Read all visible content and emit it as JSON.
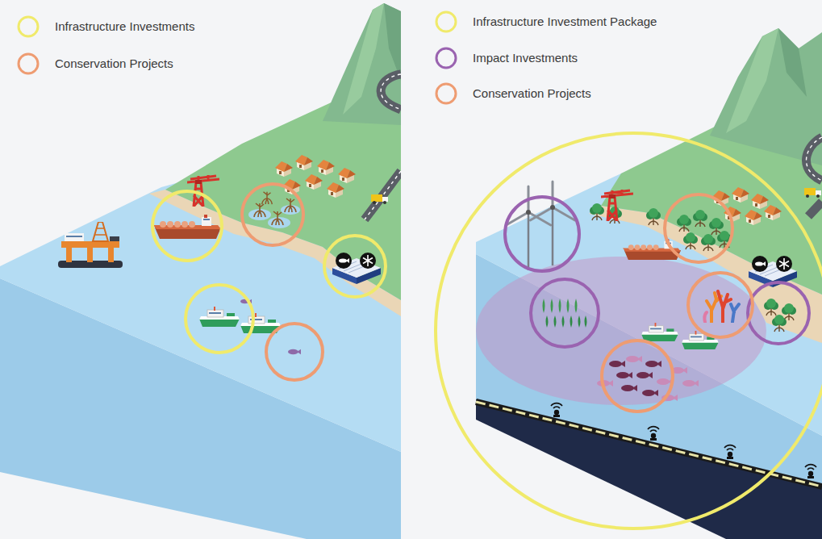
{
  "diagram": {
    "legend": [
      {
        "text": "Infrastructure Investments",
        "color": "#f0ea6b"
      },
      {
        "text": "Conservation Projects",
        "color": "#ee9c72"
      },
      {
        "text": "Infrastructure Investment Package",
        "color": "#f0ea6b"
      },
      {
        "text": "Impact Investments",
        "color": "#9a63b0"
      },
      {
        "text": "Conservation Projects",
        "color": "#ee9c72"
      }
    ]
  }
}
